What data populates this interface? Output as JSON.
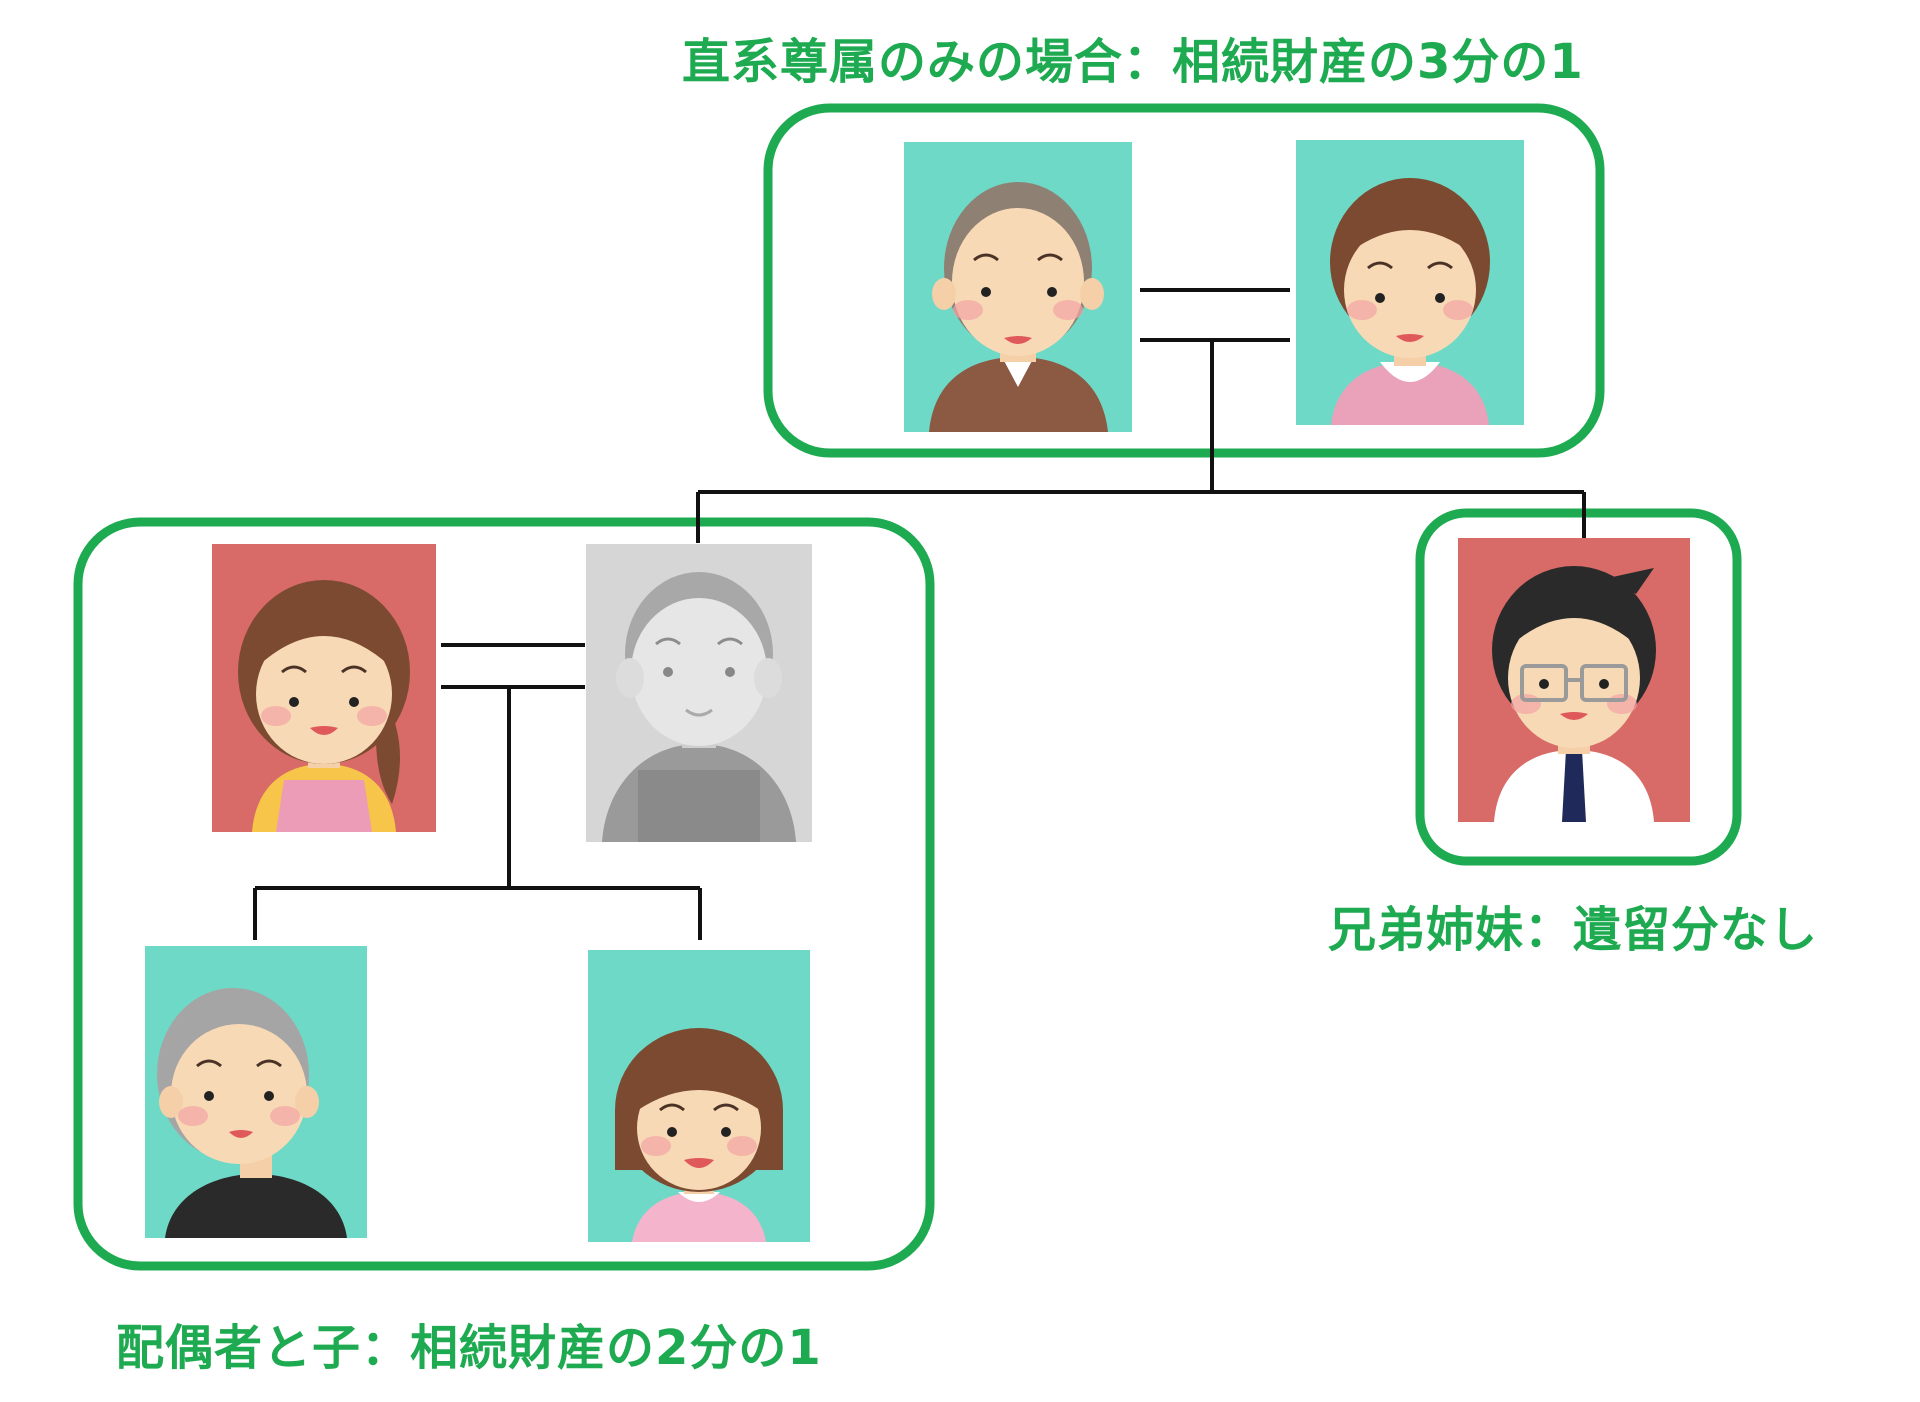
{
  "colors": {
    "group_border": "#1eaa50",
    "caption_text": "#1eaa50",
    "connector": "#111111",
    "bg_teal": "#6ed9c6",
    "bg_red": "#d86b67",
    "bg_gray": "#d6d6d6"
  },
  "groups": {
    "ascendants": {
      "caption": "直系尊属のみの場合：相続財産の3分の1"
    },
    "spouse_children": {
      "caption": "配偶者と子：相続財産の2分の1"
    },
    "siblings": {
      "caption": "兄弟姉妹：遺留分なし"
    }
  },
  "people": [
    {
      "id": "grandfather",
      "icon": "elderly-man-icon",
      "background": "teal"
    },
    {
      "id": "grandmother",
      "icon": "elderly-woman-icon",
      "background": "teal"
    },
    {
      "id": "spouse",
      "icon": "woman-apron-icon",
      "background": "red"
    },
    {
      "id": "deceased",
      "icon": "deceased-man-icon",
      "background": "gray"
    },
    {
      "id": "sibling",
      "icon": "man-glasses-tie-icon",
      "background": "red"
    },
    {
      "id": "son",
      "icon": "boy-icon",
      "background": "teal"
    },
    {
      "id": "daughter",
      "icon": "girl-icon",
      "background": "teal"
    }
  ]
}
